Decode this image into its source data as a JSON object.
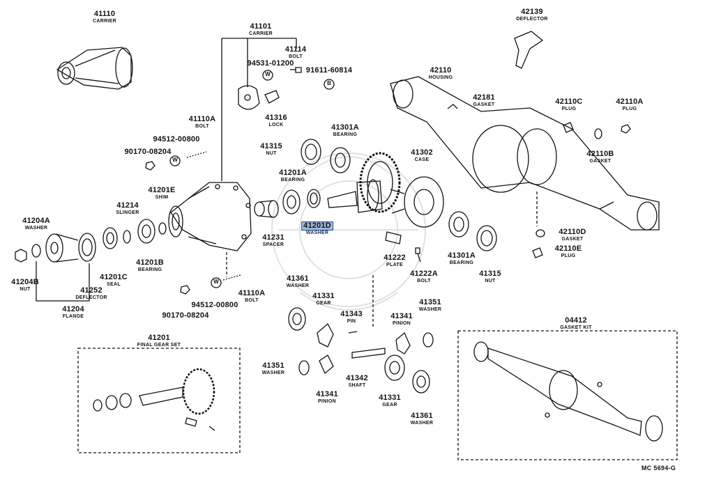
{
  "diagram_code": "MC 5694-G",
  "highlight": "41201D",
  "callouts": {
    "c41110": {
      "num": "41110",
      "name": "CARRIER"
    },
    "c41101": {
      "num": "41101",
      "name": "CARRIER"
    },
    "c41114": {
      "num": "41114",
      "name": "BOLT"
    },
    "c94531": {
      "num": "94531-01200",
      "name": ""
    },
    "c91611": {
      "num": "91611-60814",
      "name": ""
    },
    "c42139": {
      "num": "42139",
      "name": "DEFLECTOR"
    },
    "c42110": {
      "num": "42110",
      "name": "HOUSING"
    },
    "c42181": {
      "num": "42181",
      "name": "GASKET"
    },
    "c42110C": {
      "num": "42110C",
      "name": "PLUG"
    },
    "c42110A": {
      "num": "42110A",
      "name": "PLUG"
    },
    "c42110B": {
      "num": "42110B",
      "name": "GASKET"
    },
    "c41316": {
      "num": "41316",
      "name": "LOCK"
    },
    "c41110A_t": {
      "num": "41110A",
      "name": "BOLT"
    },
    "c94512_t": {
      "num": "94512-00800",
      "name": ""
    },
    "c90170_t": {
      "num": "90170-08204",
      "name": ""
    },
    "c41315_t": {
      "num": "41315",
      "name": "NUT"
    },
    "c41301A_t": {
      "num": "41301A",
      "name": "BEARING"
    },
    "c41302": {
      "num": "41302",
      "name": "CASE"
    },
    "c41201A": {
      "num": "41201A",
      "name": "BEARING"
    },
    "c41201E": {
      "num": "41201E",
      "name": "SHIM"
    },
    "c41214": {
      "num": "41214",
      "name": "SLINGER"
    },
    "c41204A": {
      "num": "41204A",
      "name": "WASHER"
    },
    "c41201D": {
      "num": "41201D",
      "name": "WASHER"
    },
    "c41231": {
      "num": "41231",
      "name": "SPACER"
    },
    "c41201B": {
      "num": "41201B",
      "name": "BEARING"
    },
    "c41201C": {
      "num": "41201C",
      "name": "SEAL"
    },
    "c41204B": {
      "num": "41204B",
      "name": "NUT"
    },
    "c41252": {
      "num": "41252",
      "name": "DEFLECTOR"
    },
    "c41204": {
      "num": "41204",
      "name": "FLANGE"
    },
    "c41222": {
      "num": "41222",
      "name": "PLATE"
    },
    "c41222A": {
      "num": "41222A",
      "name": "BOLT"
    },
    "c41301A_b": {
      "num": "41301A",
      "name": "BEARING"
    },
    "c41315_b": {
      "num": "41315",
      "name": "NUT"
    },
    "c42110D": {
      "num": "42110D",
      "name": "GASKET"
    },
    "c42110E": {
      "num": "42110E",
      "name": "PLUG"
    },
    "c41110A_b": {
      "num": "41110A",
      "name": "BOLT"
    },
    "c94512_b": {
      "num": "94512-00800",
      "name": ""
    },
    "c90170_b": {
      "num": "90170-08204",
      "name": ""
    },
    "c41361_t": {
      "num": "41361",
      "name": "WASHER"
    },
    "c41331_t": {
      "num": "41331",
      "name": "GEAR"
    },
    "c41343": {
      "num": "41343",
      "name": "PIN"
    },
    "c41341_t": {
      "num": "41341",
      "name": "PINION"
    },
    "c41351_t": {
      "num": "41351",
      "name": "WASHER"
    },
    "c41351_b": {
      "num": "41351",
      "name": "WASHER"
    },
    "c41342": {
      "num": "41342",
      "name": "SHAFT"
    },
    "c41341_b": {
      "num": "41341",
      "name": "PINION"
    },
    "c41331_b": {
      "num": "41331",
      "name": "GEAR"
    },
    "c41361_b": {
      "num": "41361",
      "name": "WASHER"
    },
    "c41201": {
      "num": "41201",
      "name": "FINAL GEAR SET"
    },
    "c04412": {
      "num": "04412",
      "name": "GASKET KIT"
    }
  },
  "glyphs": {
    "w": "W",
    "b": "B"
  }
}
